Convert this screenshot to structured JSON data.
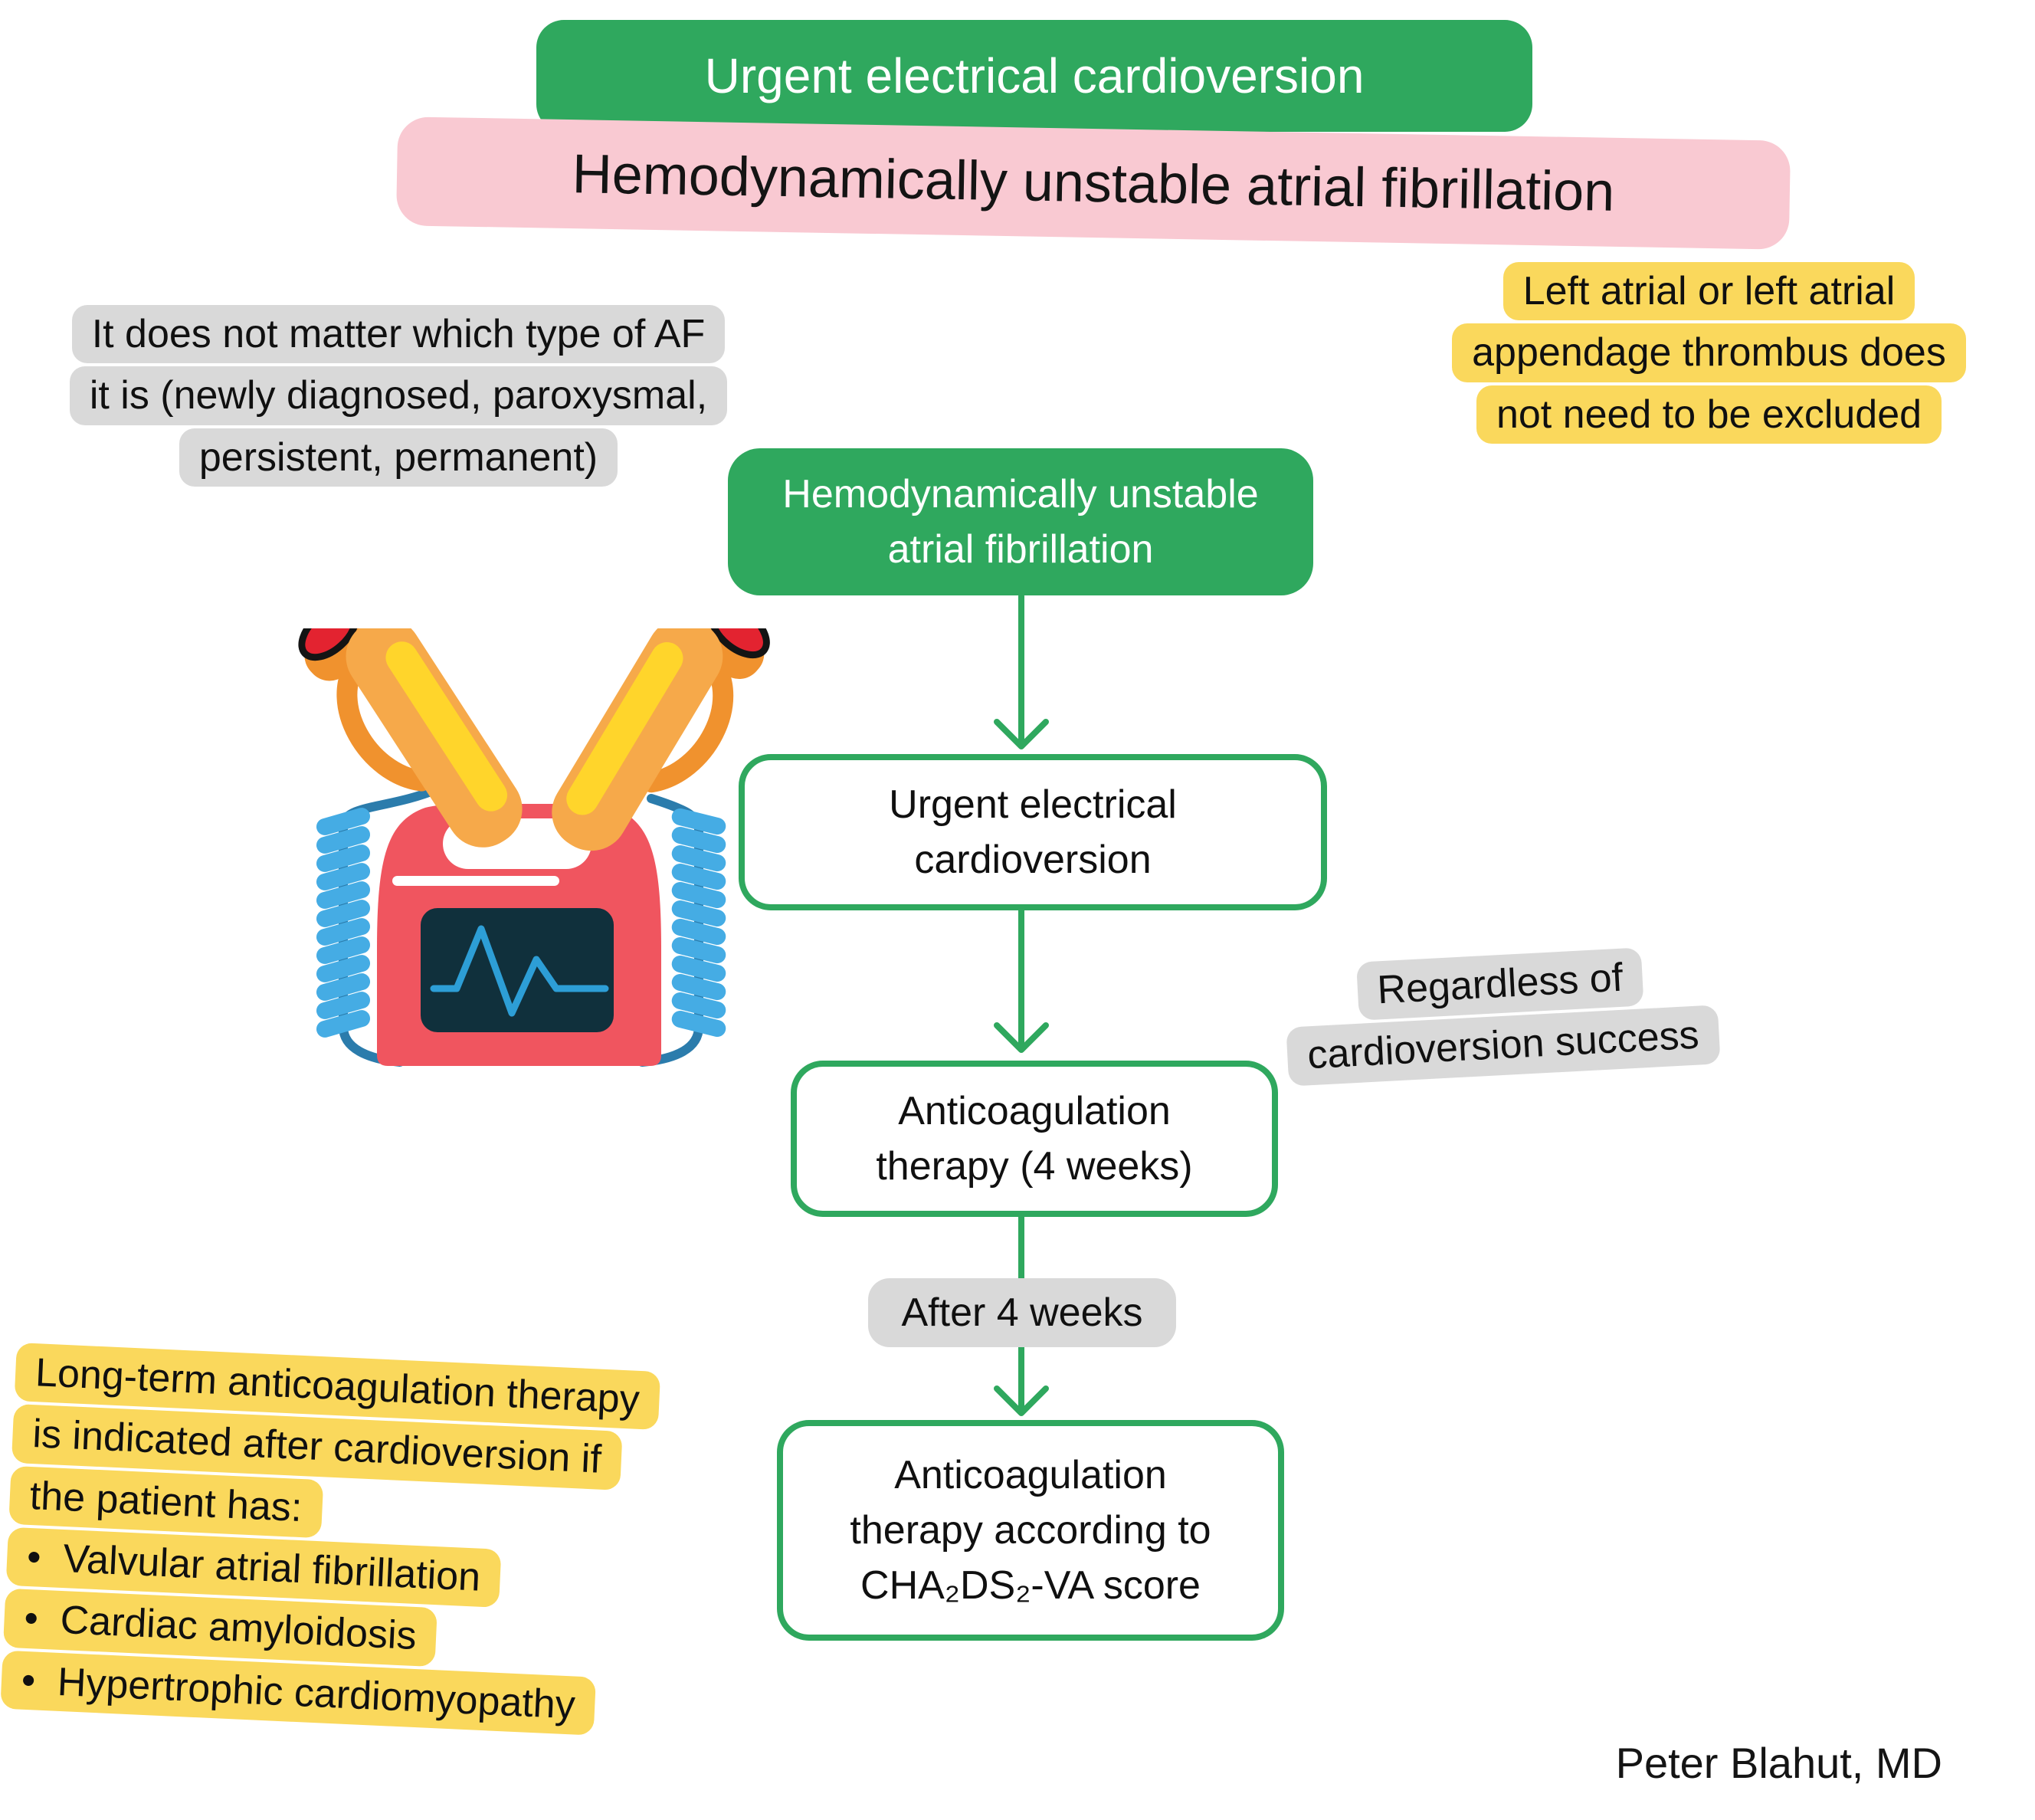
{
  "title": {
    "text": "Urgent electrical cardioversion"
  },
  "subtitle": {
    "text": "Hemodynamically unstable atrial fibrillation"
  },
  "notes": {
    "af_type": {
      "lines": [
        "It does not matter which type of AF",
        "it is (newly diagnosed, paroxysmal,",
        "persistent, permanent)"
      ]
    },
    "thrombus": {
      "lines": [
        "Left atrial or left atrial",
        "appendage thrombus does",
        "not need to be excluded"
      ]
    },
    "regardless": {
      "lines": [
        "Regardless of",
        "cardioversion success"
      ]
    },
    "after_4_weeks": {
      "text": "After 4 weeks"
    },
    "long_term": {
      "lines": [
        "Long-term anticoagulation therapy",
        "is indicated after cardioversion if",
        "the patient has:",
        "•  Valvular atrial fibrillation",
        "•  Cardiac amyloidosis",
        "•  Hypertrophic cardiomyopathy"
      ]
    }
  },
  "flow": {
    "nodes": [
      {
        "id": "start",
        "style": "filled",
        "lines": [
          "Hemodynamically unstable",
          "atrial fibrillation"
        ]
      },
      {
        "id": "urgent-cardioversion",
        "style": "outlined",
        "lines": [
          "Urgent electrical",
          "cardioversion"
        ]
      },
      {
        "id": "anticoagulation-4-weeks",
        "style": "outlined",
        "lines": [
          "Anticoagulation",
          "therapy (4 weeks)"
        ]
      },
      {
        "id": "anticoagulation-long-term",
        "style": "outlined",
        "lines": [
          "Anticoagulation",
          "therapy according to",
          "CHA₂DS₂-VA score"
        ]
      }
    ]
  },
  "illustration": {
    "icon": "defibrillator-icon"
  },
  "signature": {
    "text": "Peter Blahut, MD"
  },
  "colors": {
    "green": "#2FA85E",
    "pink": "#F9C9D2",
    "yellow": "#FAD85C",
    "gray": "#D9D9D9",
    "defib_red": "#F0555F",
    "screen_navy": "#10303C",
    "ecg_blue": "#2D9ED6",
    "cable_blue": "#45ACE4",
    "cable_dark_blue": "#2B7CAC",
    "paddle_orange": "#F6A94A",
    "paddle_dark_orange": "#F0922E",
    "stripe_yellow": "#FFD52B",
    "button_red": "#E32330",
    "text_black": "#101010",
    "text_white": "#FFFFFF"
  }
}
